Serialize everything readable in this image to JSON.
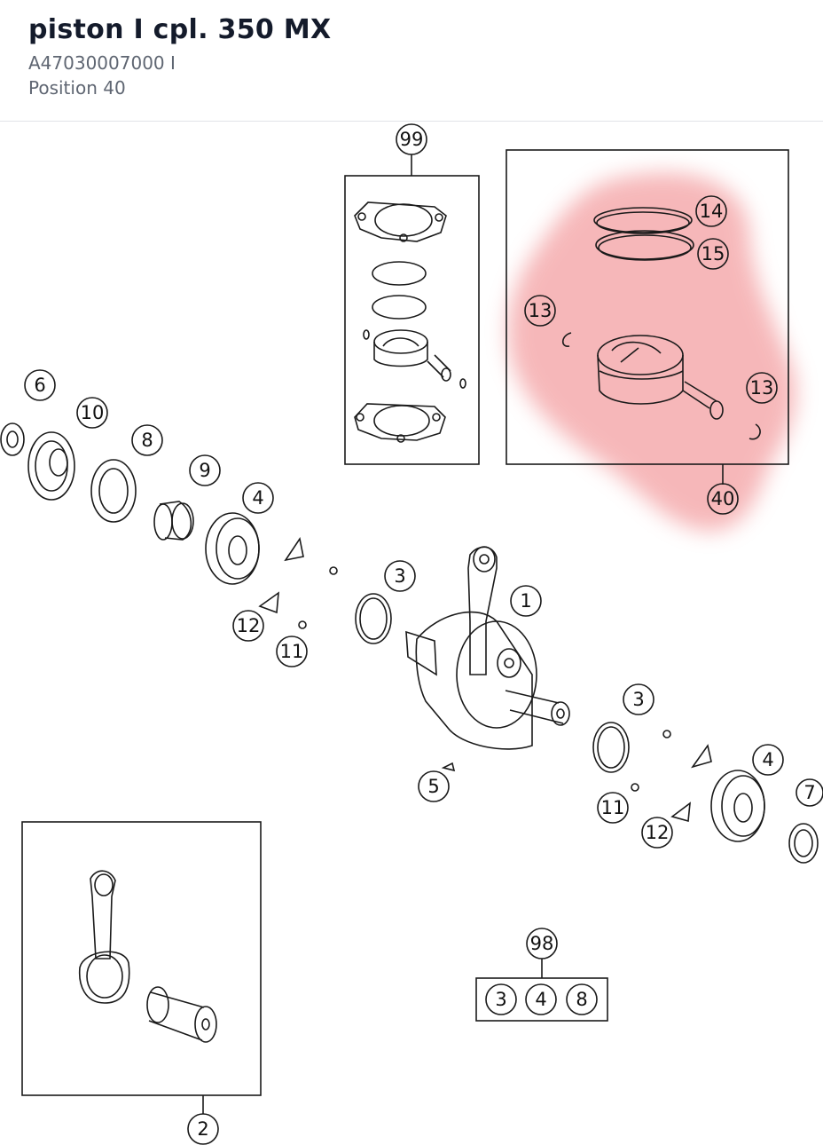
{
  "header": {
    "title": "piston I cpl. 350 MX",
    "part_number": "A47030007000 I",
    "position": "Position 40"
  },
  "colors": {
    "highlight": "#f39a9c",
    "line": "#1a1a1a",
    "title": "#141b2b",
    "subtitle": "#5f6672"
  },
  "callouts": {
    "c99": "99",
    "c14": "14",
    "c15": "15",
    "c13a": "13",
    "c13b": "13",
    "c40": "40",
    "c6": "6",
    "c10": "10",
    "c8": "8",
    "c9": "9",
    "c4a": "4",
    "c3a": "3",
    "c1": "1",
    "c12a": "12",
    "c11a": "11",
    "c3b": "3",
    "c4b": "4",
    "c7": "7",
    "c5": "5",
    "c11b": "11",
    "c12b": "12",
    "c98": "98",
    "c98_3": "3",
    "c98_4": "4",
    "c98_8": "8",
    "c2": "2"
  }
}
